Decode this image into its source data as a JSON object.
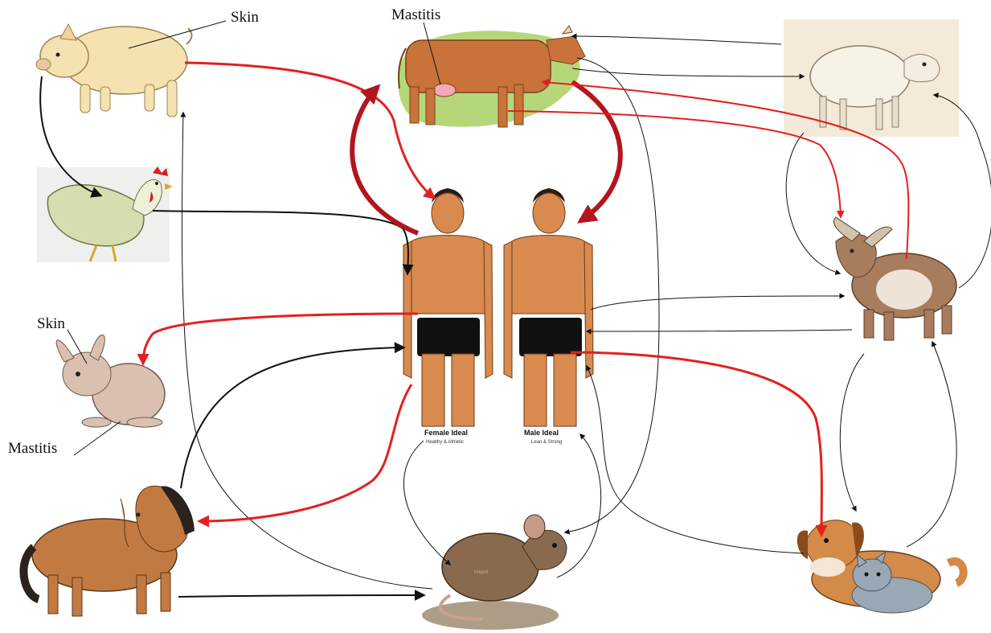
{
  "colors": {
    "red_arrow": "#e32020",
    "dark_red_arrow": "#b3151d",
    "black_arrow": "#111111",
    "skin": "#d98a4e",
    "shorts": "#111111",
    "cow_body": "#c9733a",
    "cow_background": "#b5d77a",
    "sheep_background": "#f3ead9",
    "pig": "#f4e2b0",
    "chicken": "#d7ddb0",
    "rabbit": "#d9c0b0",
    "horse": "#c17a42",
    "rat": "#8a6a4e",
    "goat": "#a87d5e",
    "dog": "#d48a48",
    "cat": "#9aa7b5"
  },
  "labels": {
    "pig_skin": "Skin",
    "cow_mastitis": "Mastitis",
    "rabbit_skin": "Skin",
    "rabbit_mastitis": "Mastitis",
    "female_caption": "Female Ideal",
    "female_subcaption": "Healthy & Athletic",
    "male_caption": "Male Ideal",
    "male_subcaption": "Lean & Strong",
    "rat_watermark": "PikiArt"
  },
  "nodes": [
    {
      "id": "pig",
      "icon": "pig-icon"
    },
    {
      "id": "cow",
      "icon": "cow-icon"
    },
    {
      "id": "sheep",
      "icon": "sheep-icon"
    },
    {
      "id": "chicken",
      "icon": "chicken-icon"
    },
    {
      "id": "goat",
      "icon": "goat-icon"
    },
    {
      "id": "human-female",
      "icon": "human-icon"
    },
    {
      "id": "human-male",
      "icon": "human-icon"
    },
    {
      "id": "rabbit",
      "icon": "rabbit-icon"
    },
    {
      "id": "horse",
      "icon": "horse-icon"
    },
    {
      "id": "rat",
      "icon": "rat-icon"
    },
    {
      "id": "dog-cat",
      "icon": "dog-cat-icon"
    }
  ],
  "edges": [
    {
      "from": "pig",
      "to": "human-female",
      "style": "red"
    },
    {
      "from": "human-female",
      "to": "cow",
      "style": "dark-red"
    },
    {
      "from": "cow",
      "to": "human-male",
      "style": "dark-red"
    },
    {
      "from": "cow",
      "to": "goat",
      "style": "red"
    },
    {
      "from": "goat",
      "to": "cow",
      "style": "red"
    },
    {
      "from": "human-female",
      "to": "rabbit",
      "style": "red"
    },
    {
      "from": "human-female",
      "to": "horse",
      "style": "red"
    },
    {
      "from": "human-male",
      "to": "dog-cat",
      "style": "red"
    },
    {
      "from": "pig",
      "to": "chicken",
      "style": "black"
    },
    {
      "from": "chicken",
      "to": "human-female",
      "style": "black"
    },
    {
      "from": "sheep",
      "to": "cow",
      "style": "black"
    },
    {
      "from": "cow",
      "to": "sheep",
      "style": "black"
    },
    {
      "from": "cow",
      "to": "rat",
      "style": "black"
    },
    {
      "from": "sheep",
      "to": "goat",
      "style": "black"
    },
    {
      "from": "goat",
      "to": "sheep",
      "style": "black"
    },
    {
      "from": "human-male",
      "to": "goat",
      "style": "black"
    },
    {
      "from": "goat",
      "to": "human-male",
      "style": "black"
    },
    {
      "from": "goat",
      "to": "dog-cat",
      "style": "black"
    },
    {
      "from": "dog-cat",
      "to": "goat",
      "style": "black"
    },
    {
      "from": "dog-cat",
      "to": "human-male",
      "style": "black"
    },
    {
      "from": "horse",
      "to": "human-female",
      "style": "black"
    },
    {
      "from": "horse",
      "to": "rat",
      "style": "black"
    },
    {
      "from": "rat",
      "to": "pig",
      "style": "black"
    },
    {
      "from": "human-female",
      "to": "rat",
      "style": "black"
    },
    {
      "from": "rat",
      "to": "human-male",
      "style": "black"
    }
  ]
}
